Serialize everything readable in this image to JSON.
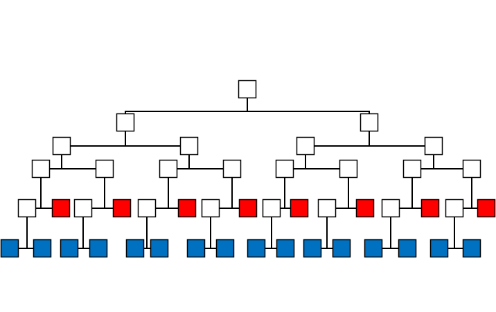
{
  "colors": {
    "background": "#ffffff",
    "line": "#000000",
    "border": "#000000",
    "plain": "#ffffff",
    "red": "#ff0000",
    "blue": "#0070c0"
  },
  "tree": {
    "color": "plain",
    "children": [
      {
        "color": "plain",
        "children": [
          {
            "color": "plain",
            "children": [
              {
                "color": "plain",
                "children": [
                  {
                    "color": "plain",
                    "children": [
                      {
                        "color": "blue"
                      },
                      {
                        "color": "blue"
                      }
                    ]
                  },
                  {
                    "color": "red"
                  }
                ]
              },
              {
                "color": "plain",
                "children": [
                  {
                    "color": "plain",
                    "children": [
                      {
                        "color": "blue"
                      },
                      {
                        "color": "blue"
                      }
                    ]
                  },
                  {
                    "color": "red"
                  }
                ]
              }
            ]
          },
          {
            "color": "plain",
            "children": [
              {
                "color": "plain",
                "children": [
                  {
                    "color": "plain",
                    "children": [
                      {
                        "color": "blue"
                      },
                      {
                        "color": "blue"
                      }
                    ]
                  },
                  {
                    "color": "red"
                  }
                ]
              },
              {
                "color": "plain",
                "children": [
                  {
                    "color": "plain",
                    "children": [
                      {
                        "color": "blue"
                      },
                      {
                        "color": "blue"
                      }
                    ]
                  },
                  {
                    "color": "red"
                  }
                ]
              }
            ]
          }
        ]
      },
      {
        "color": "plain",
        "children": [
          {
            "color": "plain",
            "children": [
              {
                "color": "plain",
                "children": [
                  {
                    "color": "plain",
                    "children": [
                      {
                        "color": "blue"
                      },
                      {
                        "color": "blue"
                      }
                    ]
                  },
                  {
                    "color": "red"
                  }
                ]
              },
              {
                "color": "plain",
                "children": [
                  {
                    "color": "plain",
                    "children": [
                      {
                        "color": "blue"
                      },
                      {
                        "color": "blue"
                      }
                    ]
                  },
                  {
                    "color": "red"
                  }
                ]
              }
            ]
          },
          {
            "color": "plain",
            "children": [
              {
                "color": "plain",
                "children": [
                  {
                    "color": "plain",
                    "children": [
                      {
                        "color": "blue"
                      },
                      {
                        "color": "blue"
                      }
                    ]
                  },
                  {
                    "color": "red"
                  }
                ]
              },
              {
                "color": "plain",
                "children": [
                  {
                    "color": "plain",
                    "children": [
                      {
                        "color": "blue"
                      },
                      {
                        "color": "blue"
                      }
                    ]
                  },
                  {
                    "color": "red"
                  }
                ]
              }
            ]
          }
        ]
      }
    ]
  }
}
